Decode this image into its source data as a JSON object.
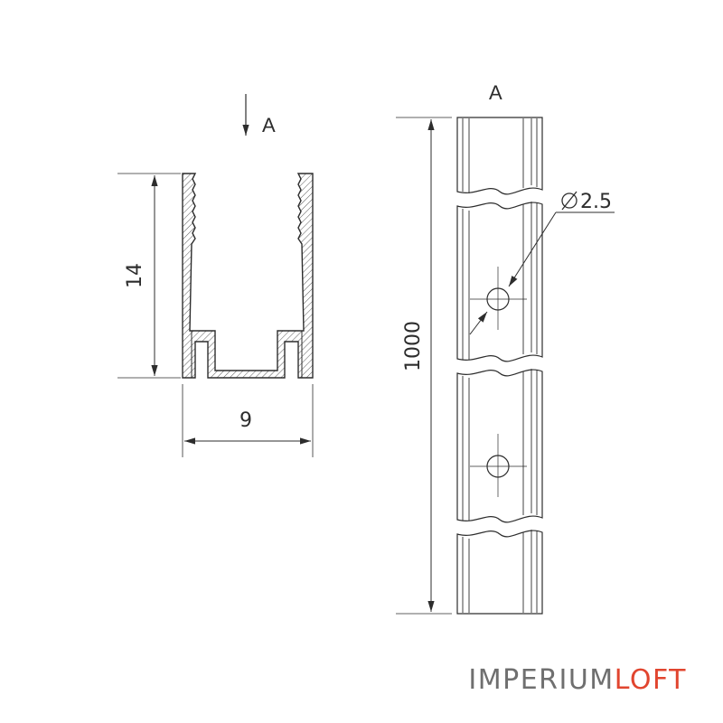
{
  "section": {
    "view_arrow_label": "A",
    "height_dim": "14",
    "width_dim": "9"
  },
  "side_view": {
    "view_label": "A",
    "length_dim": "1000",
    "hole_dim": "2.5"
  },
  "logo": {
    "part1": "IMPERIUM",
    "part2": "LOFT",
    "colors": {
      "part1": "#6f6f6f",
      "part2": "#e1452f"
    }
  }
}
